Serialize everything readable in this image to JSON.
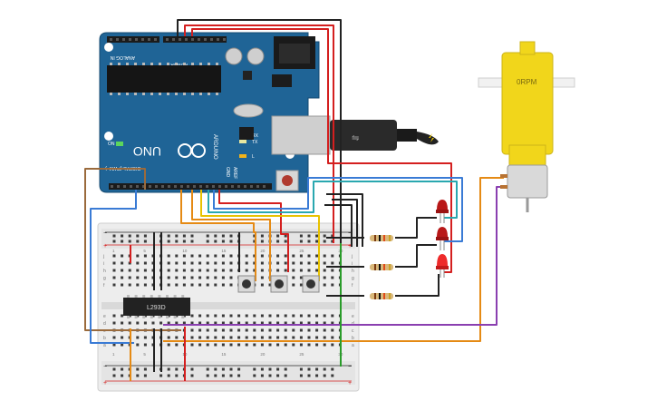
{
  "arduino": {
    "brand": "ARDUINO",
    "model": "UNO",
    "header_analog": "ANALOG IN",
    "header_power": "POWER",
    "header_digital": "DIGITAL (PWM~)",
    "led_on": "ON",
    "led_l": "L",
    "led_tx": "TX",
    "led_rx": "RX",
    "aref": "AREF",
    "gnd": "GND"
  },
  "chip": {
    "label": "L293D"
  },
  "motor": {
    "label": "0RPM"
  },
  "breadboard": {
    "rows_left": [
      "j",
      "i",
      "h",
      "g",
      "f",
      "e",
      "d",
      "c",
      "b",
      "a"
    ],
    "col_numbers": [
      "1",
      "5",
      "10",
      "15",
      "20",
      "25",
      "30"
    ]
  },
  "colors": {
    "board": "#1f6496",
    "breadboard": "#e8e8e8",
    "motor_yellow": "#f1d61b",
    "wire_red": "#d41f1f",
    "wire_black": "#222222",
    "wire_yellow": "#e8c200",
    "wire_orange": "#e58a14",
    "wire_blue": "#3a7bd5",
    "wire_purple": "#8a3fb0",
    "wire_brown": "#9a6a3c",
    "wire_green": "#2a9c2a",
    "wire_teal": "#2aa8b0",
    "led_red": "#d02020"
  }
}
